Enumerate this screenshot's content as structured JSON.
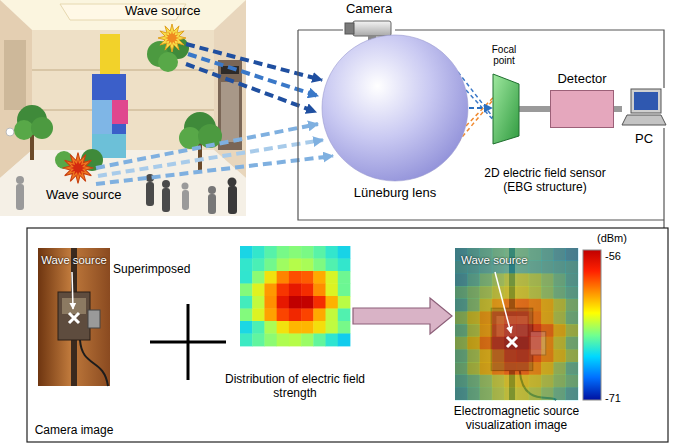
{
  "diagram": {
    "nodes": [
      {
        "text": [
          "Camera"
        ]
      },
      {
        "text": [
          "Lüneburg lens"
        ]
      },
      {
        "text": [
          "2D electric field sensor (EBG structure)"
        ]
      },
      {
        "text": [
          "Detector"
        ]
      },
      {
        "text": [
          "PC"
        ]
      },
      {
        "text": [
          "Wave source",
          "Camera image"
        ]
      },
      {
        "text": [
          "Distribution of electric field strength"
        ]
      },
      {
        "text": [
          "Wave source",
          "Electromagnetic source visualization image"
        ]
      }
    ],
    "edges": [
      {
        "from": 0,
        "to": 4,
        "arrow": "none"
      },
      {
        "from": 1,
        "to": 2,
        "arrow": "to"
      },
      {
        "from": 2,
        "to": 3,
        "arrow": "none"
      },
      {
        "from": 3,
        "to": 4,
        "arrow": "none"
      },
      {
        "from": 6,
        "to": 7,
        "arrow": "to"
      }
    ],
    "labels": [
      "Wave source",
      "Wave source",
      "Focal point",
      "Superimposed",
      "(dBm)",
      "-56",
      "-71"
    ]
  }
}
